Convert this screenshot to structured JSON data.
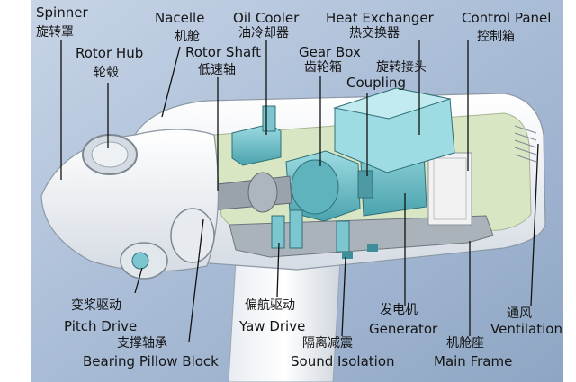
{
  "diagram": {
    "labels": {
      "spinner_en": "Spinner",
      "spinner_zh": "旋转罩",
      "rotor_hub_en": "Rotor Hub",
      "rotor_hub_zh": "轮毂",
      "nacelle_en": "Nacelle",
      "nacelle_zh": "机舱",
      "rotor_shaft_en": "Rotor Shaft",
      "rotor_shaft_zh": "低速轴",
      "oil_cooler_en": "Oil Cooler",
      "oil_cooler_zh": "油冷却器",
      "gear_box_en": "Gear Box",
      "gear_box_zh": "齿轮箱",
      "heat_exchanger_en": "Heat Exchanger",
      "heat_exchanger_zh": "热交换器",
      "coupling_zh": "旋转接头",
      "coupling_en": "Coupling",
      "control_panel_en": "Control Panel",
      "control_panel_zh": "控制箱",
      "pitch_drive_zh": "变桨驱动",
      "pitch_drive_en": "Pitch Drive",
      "bearing_zh": "支撑轴承",
      "bearing_en": "Bearing Pillow Block",
      "yaw_drive_zh": "偏航驱动",
      "yaw_drive_en": "Yaw Drive",
      "sound_isolation_zh": "隔离减震",
      "sound_isolation_en": "Sound Isolation",
      "generator_zh": "发电机",
      "generator_en": "Generator",
      "main_frame_zh": "机舱座",
      "main_frame_en": "Main Frame",
      "ventilation_zh": "通风",
      "ventilation_en": "Ventilation"
    },
    "colors": {
      "background": "#a9bcd6",
      "housing": "#ffffff",
      "housing_shade": "#dfe4ea",
      "interior": "#d9e6c4",
      "components": "#7cc6cf",
      "components_dark": "#3d8e98",
      "machinery": "#9aa3ab",
      "leader_lines": "#111111"
    }
  }
}
